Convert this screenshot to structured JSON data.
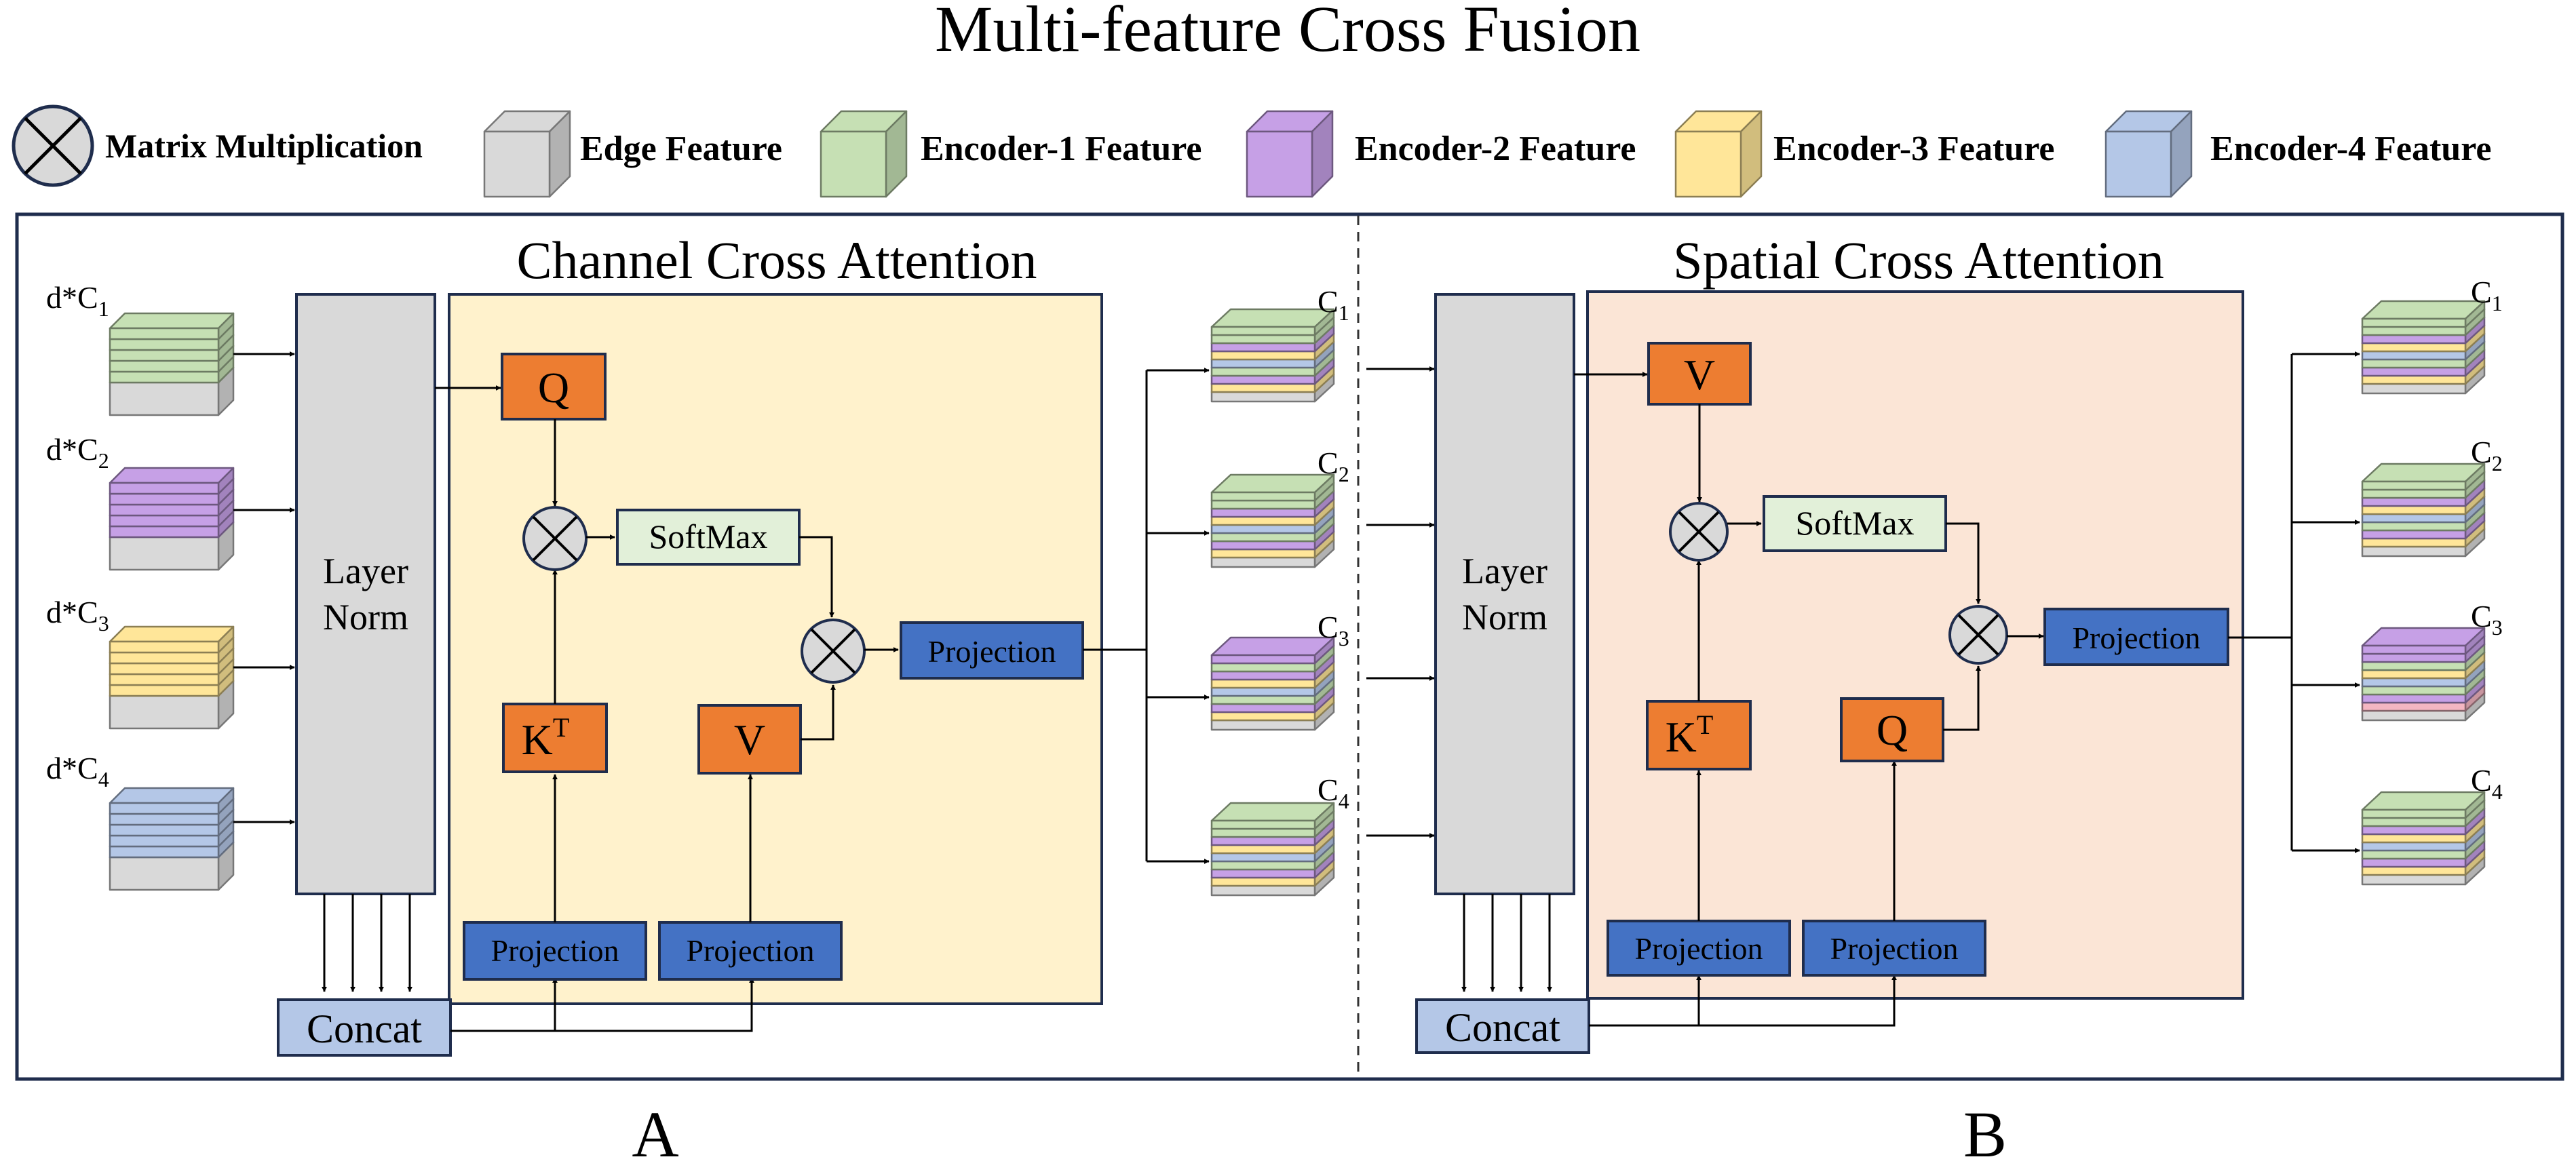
{
  "title": "Multi-feature Cross Fusion",
  "legend": [
    {
      "icon": "matrix-multiplication-icon",
      "label": "Matrix Multiplication"
    },
    {
      "icon": "edge-feature-cube-icon",
      "label": "Edge Feature",
      "color": "#d9d9d9"
    },
    {
      "icon": "encoder-1-cube-icon",
      "label": "Encoder-1 Feature",
      "color": "#c6e0b4"
    },
    {
      "icon": "encoder-2-cube-icon",
      "label": "Encoder-2 Feature",
      "color": "#c6a0e6"
    },
    {
      "icon": "encoder-3-cube-icon",
      "label": "Encoder-3 Feature",
      "color": "#ffe699"
    },
    {
      "icon": "encoder-4-cube-icon",
      "label": "Encoder-4 Feature",
      "color": "#b4c7e7"
    }
  ],
  "colors": {
    "edge": "#d9d9d9",
    "enc1": "#c6e0b4",
    "enc2": "#c6a0e6",
    "enc3": "#ffe699",
    "enc4": "#b4c7e7",
    "pink": "#f4b6c2",
    "qkv": "#ed7d31",
    "projection": "#4472c4",
    "concat": "#b4c7e7",
    "softmax": "#e2f0d9",
    "layernorm": "#d9d9d9",
    "channel_panel": "#fff2cc",
    "spatial_panel": "#fbe5d6",
    "frame": "#1f2d4d"
  },
  "panel_a": {
    "title": "Channel Cross Attention",
    "label": "A",
    "inputs": [
      {
        "prefix": "d*C",
        "sub": "1"
      },
      {
        "prefix": "d*C",
        "sub": "2"
      },
      {
        "prefix": "d*C",
        "sub": "3"
      },
      {
        "prefix": "d*C",
        "sub": "4"
      }
    ],
    "layer_norm": [
      "Layer",
      "Norm"
    ],
    "concat": "Concat",
    "q": "Q",
    "k": "K",
    "k_sup": "T",
    "v": "V",
    "softmax": "SoftMax",
    "projection": "Projection",
    "outputs": [
      {
        "prefix": "C",
        "sub": "1"
      },
      {
        "prefix": "C",
        "sub": "2"
      },
      {
        "prefix": "C",
        "sub": "3"
      },
      {
        "prefix": "C",
        "sub": "4"
      }
    ]
  },
  "panel_b": {
    "title": "Spatial Cross Attention",
    "label": "B",
    "layer_norm": [
      "Layer",
      "Norm"
    ],
    "concat": "Concat",
    "q": "Q",
    "k": "K",
    "k_sup": "T",
    "v": "V",
    "softmax": "SoftMax",
    "projection": "Projection",
    "outputs": [
      {
        "prefix": "C",
        "sub": "1"
      },
      {
        "prefix": "C",
        "sub": "2"
      },
      {
        "prefix": "C",
        "sub": "3"
      },
      {
        "prefix": "C",
        "sub": "4"
      }
    ]
  }
}
